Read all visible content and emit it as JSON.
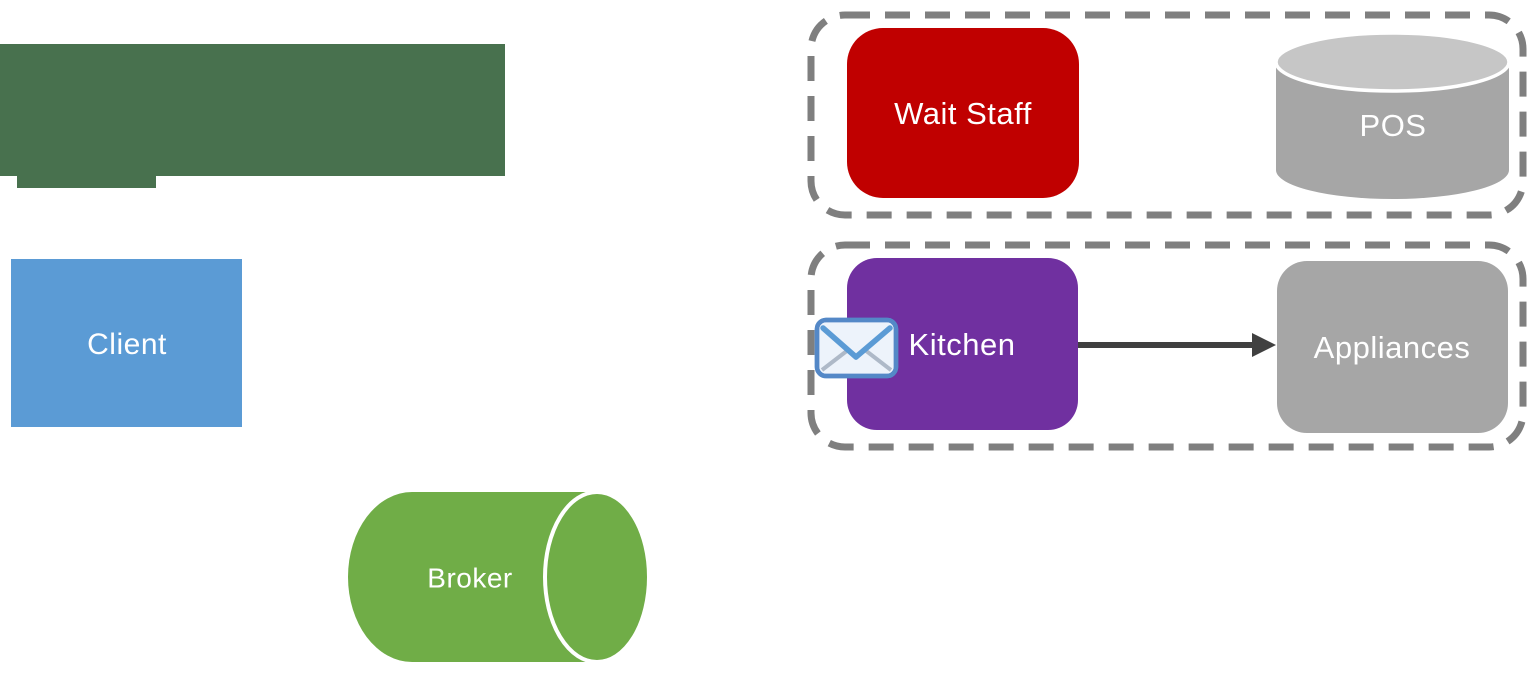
{
  "diagram": {
    "nodes": {
      "banner": {
        "label": "",
        "color": "#48714E"
      },
      "client": {
        "label": "Client",
        "color": "#5B9BD5",
        "label_color": "#FFFFFF"
      },
      "broker": {
        "label": "Broker",
        "color": "#70AD47",
        "cap_edge_color": "#FFFFFF",
        "label_color": "#FFFFFF"
      },
      "wait_staff": {
        "label": "Wait Staff",
        "color": "#C00000",
        "label_color": "#FFFFFF"
      },
      "pos": {
        "label": "POS",
        "color": "#A6A6A6",
        "top_color": "#C6C6C6",
        "rim_color": "#FFFFFF",
        "label_color": "#FFFFFF"
      },
      "kitchen": {
        "label": "Kitchen",
        "color": "#7030A0",
        "label_color": "#FFFFFF"
      },
      "appliances": {
        "label": "Appliances",
        "color": "#A6A6A6",
        "label_color": "#FFFFFF"
      }
    },
    "groups": {
      "group_top": {
        "border_color": "#7F7F7F"
      },
      "group_bottom": {
        "border_color": "#7F7F7F"
      }
    },
    "connectors": {
      "kitchen_to_appliances": {
        "color": "#404040"
      }
    },
    "icons": {
      "envelope": {
        "name": "envelope-icon",
        "border_color": "#5488C7",
        "body_color": "#EDF3FB",
        "flap_color": "#5B9BD5",
        "fold_color": "#AEB9C8"
      }
    }
  }
}
